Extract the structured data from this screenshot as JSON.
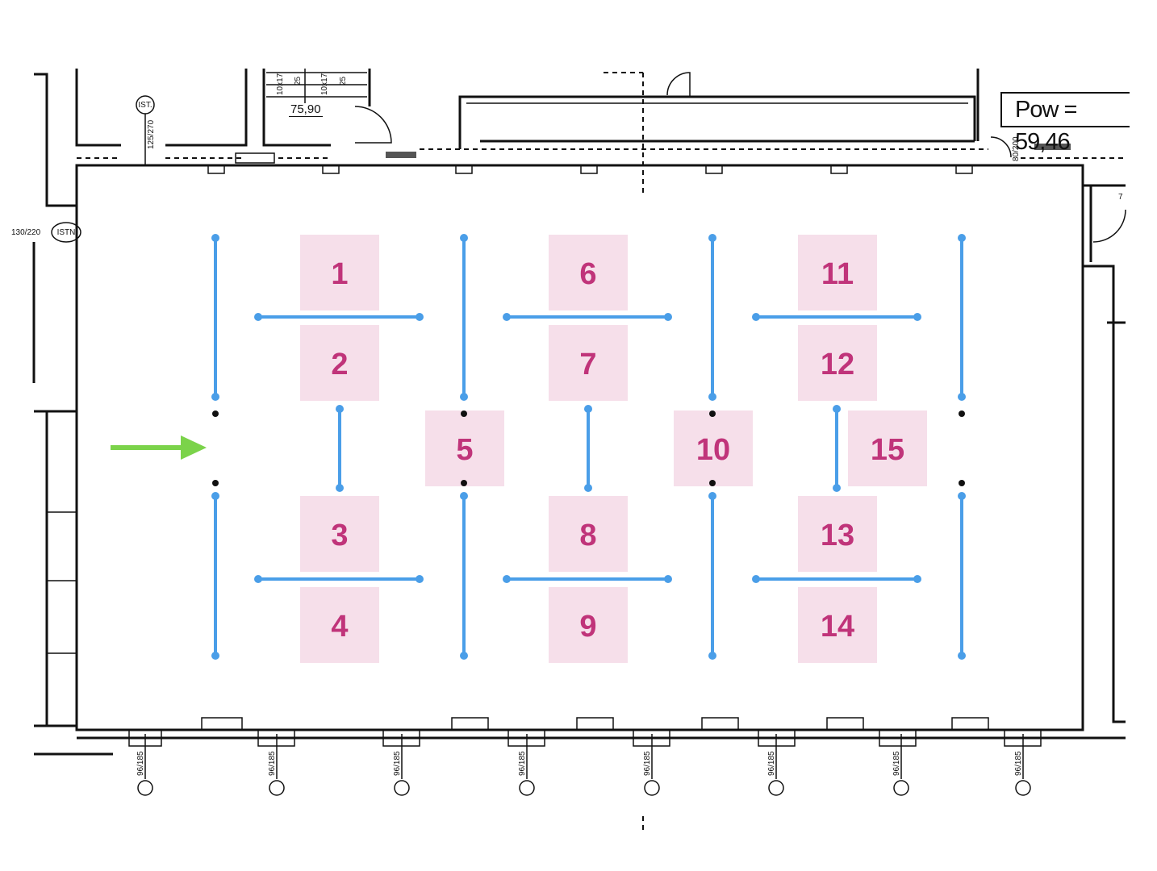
{
  "plan": {
    "area_label": "Pow = 59,46",
    "elevation_label": "75,90",
    "stair_labels": [
      "10x17",
      "25"
    ],
    "window_labels": {
      "top": "125/270",
      "left": "130/220",
      "bottom": "96/185",
      "door": "80/200"
    },
    "tag_ist": "IST.",
    "tag_istn": "ISTN",
    "room_number": "7"
  },
  "stands": [
    {
      "number": "1"
    },
    {
      "number": "2"
    },
    {
      "number": "3"
    },
    {
      "number": "4"
    },
    {
      "number": "5"
    },
    {
      "number": "6"
    },
    {
      "number": "7"
    },
    {
      "number": "8"
    },
    {
      "number": "9"
    },
    {
      "number": "10"
    },
    {
      "number": "11"
    },
    {
      "number": "12"
    },
    {
      "number": "13"
    },
    {
      "number": "14"
    },
    {
      "number": "15"
    }
  ],
  "colors": {
    "stand_fill": "#f6dfea",
    "stand_text": "#c0347a",
    "partition": "#4a9ee8",
    "entrance_arrow": "#7bd34a"
  }
}
